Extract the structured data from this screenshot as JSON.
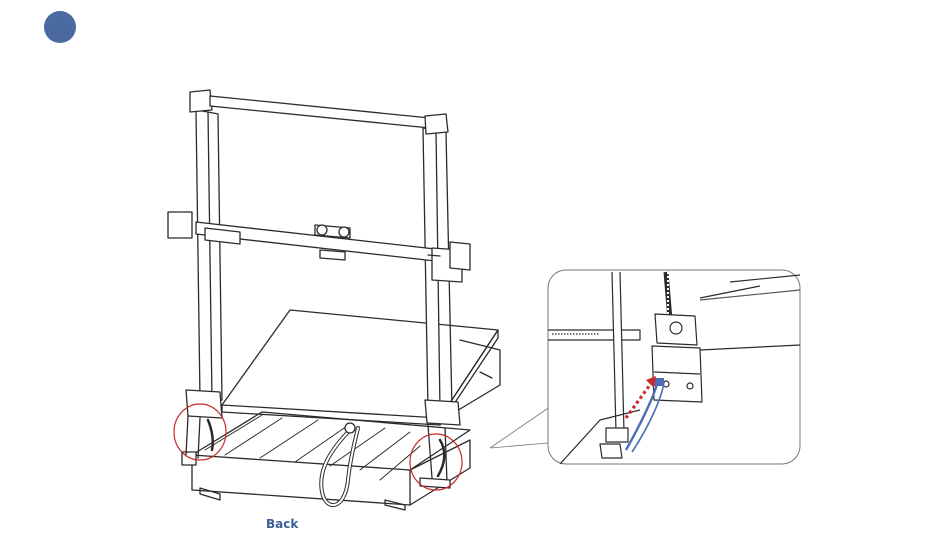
{
  "step_marker": {
    "color": "#4a6aa0"
  },
  "navigation": {
    "back_label": "Back",
    "back_color": "#3a5f97"
  },
  "colors": {
    "line": "#2b2b2b",
    "highlight_circle": "#cc2a2a",
    "cable": "#4a6db5",
    "arrow": "#cc2a2a"
  },
  "icons": {
    "step_marker": "filled-circle",
    "callout_arrow": "dashed-arrow"
  }
}
